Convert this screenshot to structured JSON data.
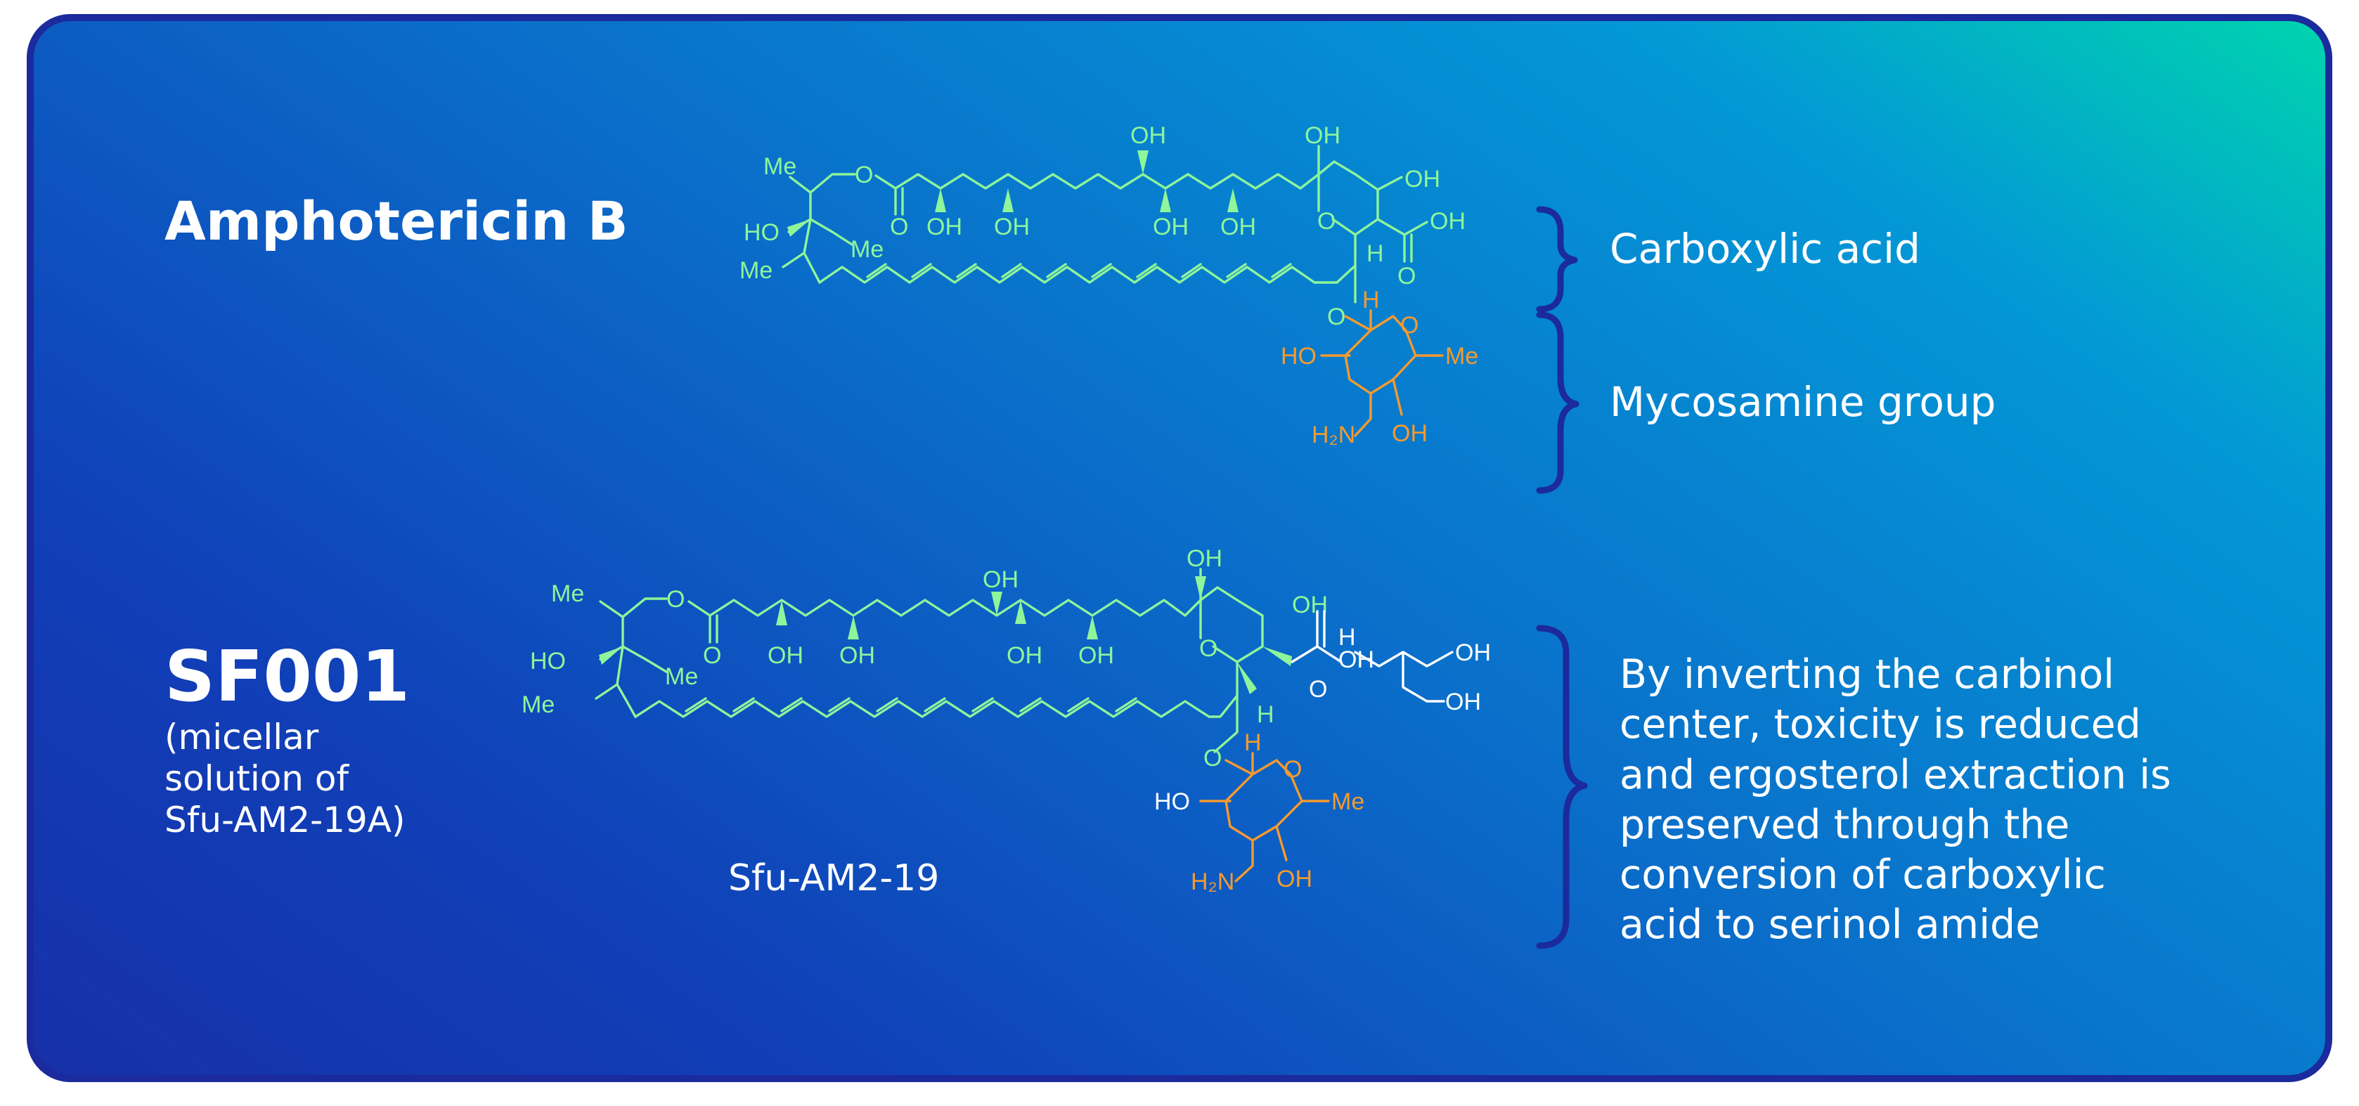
{
  "compound1": {
    "name": "Amphotericin B",
    "annotations": [
      "Carboxylic acid",
      "Mycosamine group"
    ]
  },
  "compound2": {
    "name": "SF001",
    "subtitle_lines": [
      "(micellar",
      "solution of",
      "Sfu-AM2-19A)"
    ],
    "structure_caption": "Sfu-AM2-19",
    "description_lines": [
      "By inverting the carbinol",
      "center, toxicity is reduced",
      "and ergosterol extraction is",
      "preserved through the",
      "conversion of carboxylic",
      "acid to serinol amide"
    ]
  },
  "atoms": {
    "methyl": "Me",
    "oxygen": "O",
    "hydroxyl": "OH",
    "hydroxyl_left": "HO",
    "hydrogen": "H",
    "amine": "H₂N"
  },
  "colors": {
    "frame": "#1b2a9c",
    "gradient_start": "#00d4ae",
    "gradient_end": "#1730a8",
    "aglycone": "#8ef59a",
    "sugar": "#f59a2e",
    "amide": "#ffffff"
  }
}
